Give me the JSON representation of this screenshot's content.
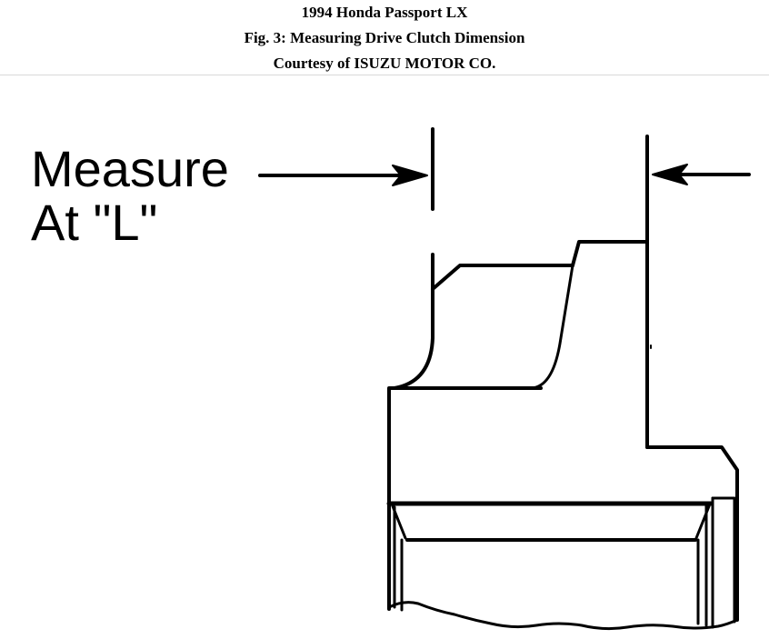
{
  "header": {
    "title": "1994 Honda Passport LX",
    "figure_caption": "Fig. 3: Measuring Drive Clutch Dimension",
    "credit": "Courtesy of ISUZU MOTOR CO."
  },
  "diagram": {
    "callout_line_1": "Measure",
    "callout_line_2": "At \"L\""
  },
  "colors": {
    "ink": "#000000",
    "background": "#ffffff",
    "header_rule": "#d8d8d8"
  }
}
